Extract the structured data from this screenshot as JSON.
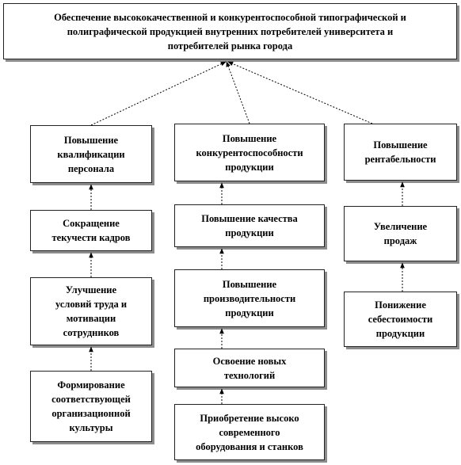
{
  "goal": "Обеспечение высококачественной и конкурентоспособной типографической и\nполиграфической продукцией внутренних потребителей университета и\nпотребителей рынка города",
  "columns": [
    {
      "top": "Повышение\nквалификации\nперсонала",
      "chain": [
        "Сокращение\nтекучести  кадров",
        "Улучшение\nусловий труда и\nмотивации\nсотрудников",
        "Формирование\nсоответствующей\nорганизационной\nкультуры"
      ]
    },
    {
      "top": "Повышение\nконкурентоспособности\nпродукции",
      "chain": [
        "Повышение качества\nпродукции",
        "Повышение\nпроизводительности\nпродукции",
        "Освоение новых\nтехнологий",
        "Приобретение высоко\nсовременного\nоборудования и станков"
      ]
    },
    {
      "top": "Повышение\nрентабельности",
      "chain": [
        "Увеличение\nпродаж",
        "Понижение\nсебестоимости\nпродукции"
      ]
    }
  ]
}
